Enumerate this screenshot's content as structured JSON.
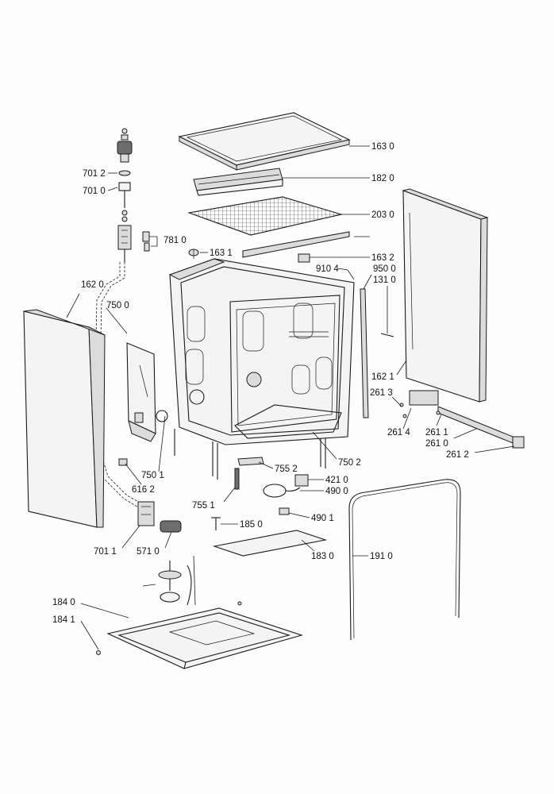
{
  "labels": {
    "p1630": "163 0",
    "p1820": "182 0",
    "p2030": "203 0",
    "p7012": "701 2",
    "p7010": "701 0",
    "p7810": "781 0",
    "p1631": "163 1",
    "p1632": "163 2",
    "p9104": "910 4",
    "p9500": "950 0",
    "p1310": "131 0",
    "p1620": "162 0",
    "p7500": "750 0",
    "p1621": "162 1",
    "p2613": "261 3",
    "p2614": "261 4",
    "p2611": "261 1",
    "p2610": "261 0",
    "p2612": "261 2",
    "p7502": "750 2",
    "p7552": "755 2",
    "p7501": "750 1",
    "p6162": "616 2",
    "p4210": "421 0",
    "p4900": "490 0",
    "p7551": "755 1",
    "p1850": "185 0",
    "p4901": "490 1",
    "p7011": "701 1",
    "p5710": "571 0",
    "p1830": "183 0",
    "p1910": "191 0",
    "p1840": "184 0",
    "p1841": "184 1"
  }
}
